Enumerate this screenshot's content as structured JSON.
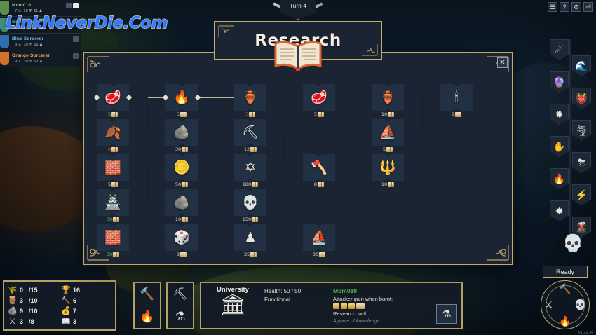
{
  "window_buttons": [
    {
      "name": "menu-button",
      "glyph": "☰"
    },
    {
      "name": "help-button",
      "glyph": "?"
    },
    {
      "name": "settings-button",
      "glyph": "⚙"
    },
    {
      "name": "exit-button",
      "glyph": "⏎"
    }
  ],
  "watermark": "LinkNeverDie.Com",
  "turn": {
    "label": "Turn 4"
  },
  "players": [
    {
      "name": "Mom010",
      "color": "#5e8f4a",
      "name_color": "#8fd164",
      "swords": "7",
      "shields": "10",
      "books": "11",
      "icons": [
        "flag",
        "home"
      ]
    },
    {
      "name": "Green Sorcerer",
      "color": "#3f8f78",
      "name_color": "#7fd3bb",
      "swords": "7",
      "shields": "10",
      "books": "11",
      "icons": [
        "flag"
      ]
    },
    {
      "name": "Blue Sorcerer",
      "color": "#2f6fae",
      "name_color": "#6fb6f0",
      "swords": "8",
      "shields": "10",
      "books": "16",
      "icons": [
        "flag"
      ]
    },
    {
      "name": "Orange Sorcerer",
      "color": "#d2712a",
      "name_color": "#f0a35e",
      "swords": "9",
      "shields": "10",
      "books": "12",
      "icons": [
        "flag"
      ]
    }
  ],
  "research": {
    "title": "Research",
    "close_label": "✕",
    "book_icon": "open-book-icon",
    "nodes": [
      {
        "id": "n00",
        "row": 0,
        "col": 0,
        "icon": "🥩",
        "name": "meat-tech",
        "cost": "5",
        "cost_state": "ok",
        "unlocked": true
      },
      {
        "id": "n01",
        "row": 0,
        "col": 1,
        "icon": "🔥",
        "name": "campfire-tech",
        "cost": "5",
        "cost_state": "ok",
        "unlocked": true
      },
      {
        "id": "n02",
        "row": 0,
        "col": 2,
        "icon": "🏺",
        "name": "brew-tech",
        "cost": "5",
        "cost_state": "lack",
        "unlocked": false
      },
      {
        "id": "n03",
        "row": 0,
        "col": 3,
        "icon": "🥩",
        "name": "steak-tech",
        "cost": "5",
        "cost_state": "plain",
        "unlocked": false
      },
      {
        "id": "n04",
        "row": 0,
        "col": 4,
        "icon": "🏺",
        "name": "golden-brew-tech",
        "cost": "10",
        "cost_state": "plain",
        "unlocked": false
      },
      {
        "id": "n05",
        "row": 0,
        "col": 5,
        "icon": "🕯",
        "name": "candle-tech",
        "cost": "8",
        "cost_state": "plain",
        "unlocked": false
      },
      {
        "id": "n10",
        "row": 1,
        "col": 0,
        "icon": "🍂",
        "name": "forage-tech",
        "cost": "8",
        "cost_state": "lack",
        "unlocked": false
      },
      {
        "id": "n11",
        "row": 1,
        "col": 1,
        "icon": "🪨",
        "name": "stone-tech",
        "cost": "30",
        "cost_state": "plain",
        "unlocked": false
      },
      {
        "id": "n12",
        "row": 1,
        "col": 2,
        "icon": "⛏",
        "name": "mining-tech",
        "cost": "12",
        "cost_state": "plain",
        "unlocked": false
      },
      {
        "id": "n14",
        "row": 1,
        "col": 4,
        "icon": "⛵",
        "name": "boat-tech",
        "cost": "5",
        "cost_state": "plain",
        "unlocked": false
      },
      {
        "id": "n20",
        "row": 2,
        "col": 0,
        "icon": "🧱",
        "name": "brick-tech",
        "cost": "5",
        "cost_state": "plain",
        "unlocked": false
      },
      {
        "id": "n21",
        "row": 2,
        "col": 1,
        "icon": "🪙",
        "name": "gold-tech",
        "cost": "50",
        "cost_state": "plain",
        "unlocked": false
      },
      {
        "id": "n22",
        "row": 2,
        "col": 2,
        "icon": "✡",
        "name": "occult-tech",
        "cost": "180",
        "cost_state": "plain",
        "unlocked": false
      },
      {
        "id": "n23",
        "row": 2,
        "col": 3,
        "icon": "🪓",
        "name": "axe-tech",
        "cost": "8",
        "cost_state": "plain",
        "unlocked": false
      },
      {
        "id": "n24",
        "row": 2,
        "col": 4,
        "icon": "🔱",
        "name": "trident-tech",
        "cost": "10",
        "cost_state": "plain",
        "unlocked": false
      },
      {
        "id": "n30",
        "row": 3,
        "col": 0,
        "icon": "🏯",
        "name": "fort-tech",
        "cost": "30",
        "cost_state": "ok",
        "unlocked": false
      },
      {
        "id": "n31",
        "row": 3,
        "col": 1,
        "icon": "🪨",
        "name": "quarry-tech",
        "cost": "10",
        "cost_state": "plain",
        "unlocked": false
      },
      {
        "id": "n32",
        "row": 3,
        "col": 2,
        "icon": "💀",
        "name": "necromancy-tech",
        "cost": "150",
        "cost_state": "plain",
        "unlocked": false
      },
      {
        "id": "n40",
        "row": 4,
        "col": 0,
        "icon": "🧱",
        "name": "village-tech",
        "cost": "30",
        "cost_state": "ok",
        "unlocked": false
      },
      {
        "id": "n41",
        "row": 4,
        "col": 1,
        "icon": "🎲",
        "name": "gamble-tech",
        "cost": "8",
        "cost_state": "plain",
        "unlocked": false
      },
      {
        "id": "n42",
        "row": 4,
        "col": 2,
        "icon": "♟",
        "name": "knight-tech",
        "cost": "35",
        "cost_state": "plain",
        "unlocked": false
      },
      {
        "id": "n43",
        "row": 4,
        "col": 3,
        "icon": "⛵",
        "name": "ship-tech",
        "cost": "80",
        "cost_state": "plain",
        "unlocked": false
      }
    ]
  },
  "spell_rail": [
    {
      "name": "comet-spell",
      "icon": "☄",
      "side": "l"
    },
    {
      "name": "wave-spell",
      "icon": "🌊",
      "side": "r"
    },
    {
      "name": "portal-spell",
      "icon": "🔮",
      "side": "l"
    },
    {
      "name": "demon-spell",
      "icon": "👹",
      "side": "r"
    },
    {
      "name": "plague-spell",
      "icon": "✹",
      "side": "l"
    },
    {
      "name": "tornado-spell",
      "icon": "🌪",
      "side": "r"
    },
    {
      "name": "hand-spell",
      "icon": "✋",
      "side": "l"
    },
    {
      "name": "storm-spell",
      "icon": "⛈",
      "side": "r"
    },
    {
      "name": "fire-spell",
      "icon": "🔥",
      "side": "l"
    },
    {
      "name": "lightning-spell",
      "icon": "⚡",
      "side": "r"
    },
    {
      "name": "poison-spell",
      "icon": "✸",
      "side": "l"
    },
    {
      "name": "volcano-spell",
      "icon": "🌋",
      "side": "r"
    }
  ],
  "rail_end_icon": "💀",
  "resources": {
    "left": [
      {
        "name": "food-resource",
        "icon": "🌾",
        "value": "0",
        "max": "/15"
      },
      {
        "name": "wood-resource",
        "icon": "🪵",
        "value": "3",
        "max": "/10"
      },
      {
        "name": "stone-resource",
        "icon": "🪨",
        "value": "9",
        "max": "/10"
      },
      {
        "name": "weapon-resource",
        "icon": "⚔",
        "value": "3",
        "max": "/8"
      }
    ],
    "right": [
      {
        "name": "trophy-counter",
        "icon": "🏆",
        "value": "16"
      },
      {
        "name": "hammer-counter",
        "icon": "🔨",
        "value": "6"
      },
      {
        "name": "gold-counter",
        "icon": "💰",
        "value": "7"
      },
      {
        "name": "book-counter",
        "icon": "📖",
        "value": "3"
      }
    ]
  },
  "action_tiles": [
    {
      "name": "build-action",
      "icon": "🔨"
    },
    {
      "name": "burn-action",
      "icon": "🔥"
    },
    {
      "name": "mine-action",
      "icon": "⛏"
    },
    {
      "name": "potion-action",
      "icon": "⚗"
    }
  ],
  "info_panel": {
    "building_name": "University",
    "building_icon": "🏛",
    "health_label": "Health: 50 / 50",
    "status": "Functional",
    "owner": "Mom010",
    "burn_label": "Attacker gain when burnt:",
    "research_line": "Research",
    "research_with": "with",
    "flavor": "A place of knowledge",
    "potion_button_icon": "⚗"
  },
  "ready": {
    "label": "Ready"
  },
  "wheel": {
    "top_icon": "🔨",
    "left_icon": "⚔",
    "right_icon": "💀",
    "bottom_icon": "🔥"
  },
  "version": "v1.22.34",
  "colors": {
    "panel_border": "#c6a96a",
    "panel_bg": "#1a2433",
    "accent_green": "#57b84e",
    "accent_red": "#d9452f"
  }
}
